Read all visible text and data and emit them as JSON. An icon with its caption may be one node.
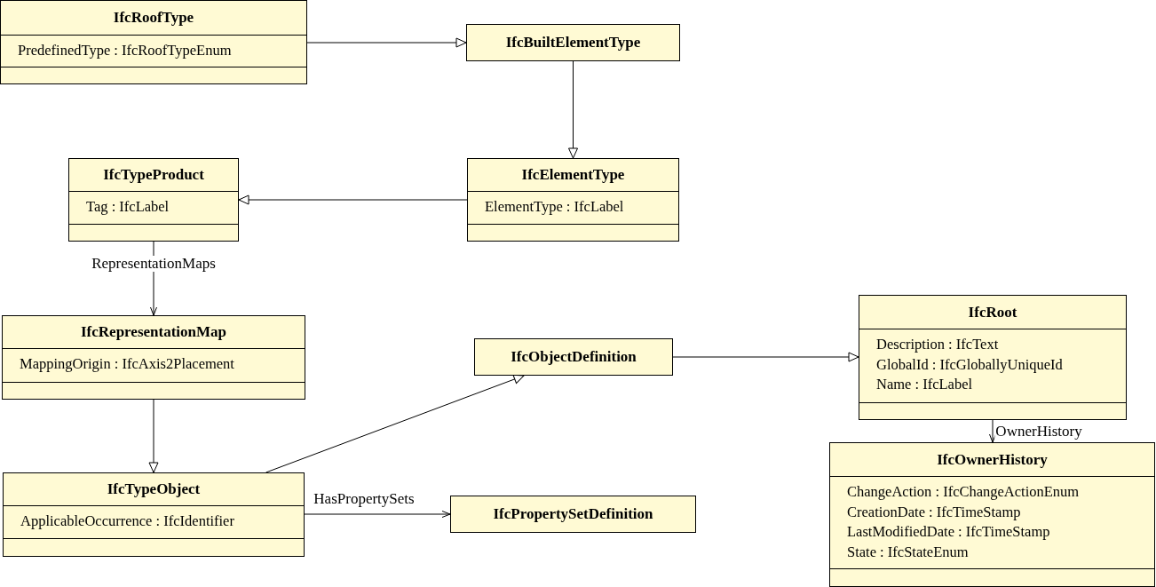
{
  "diagram": {
    "nodes": [
      {
        "text": [
          "IfcRoofType",
          "PredefinedType : IfcRoofTypeEnum"
        ]
      },
      {
        "text": [
          "IfcBuiltElementType"
        ]
      },
      {
        "text": [
          "IfcTypeProduct",
          "Tag : IfcLabel"
        ]
      },
      {
        "text": [
          "IfcElementType",
          "ElementType : IfcLabel"
        ]
      },
      {
        "text": [
          "IfcRepresentationMap",
          "MappingOrigin : IfcAxis2Placement"
        ]
      },
      {
        "text": [
          "IfcObjectDefinition"
        ]
      },
      {
        "text": [
          "IfcRoot",
          "Description : IfcText",
          "GlobalId : IfcGloballyUniqueId",
          "Name : IfcLabel"
        ]
      },
      {
        "text": [
          "IfcTypeObject",
          "ApplicableOccurrence : IfcIdentifier"
        ]
      },
      {
        "text": [
          "IfcPropertySetDefinition"
        ]
      },
      {
        "text": [
          "IfcOwnerHistory",
          "ChangeAction : IfcChangeActionEnum",
          "CreationDate : IfcTimeStamp",
          "LastModifiedDate : IfcTimeStamp",
          "State : IfcStateEnum"
        ]
      }
    ],
    "edges": [
      {
        "from": 0,
        "to": 1,
        "arrow": "to"
      },
      {
        "from": 1,
        "to": 3,
        "arrow": "to"
      },
      {
        "from": 3,
        "to": 2,
        "arrow": "to"
      },
      {
        "from": 2,
        "to": 4,
        "arrow": "to",
        "label": "RepresentationMaps"
      },
      {
        "from": 4,
        "to": 7,
        "arrow": "to"
      },
      {
        "from": 7,
        "to": 5,
        "arrow": "to"
      },
      {
        "from": 5,
        "to": 6,
        "arrow": "to"
      },
      {
        "from": 6,
        "to": 9,
        "arrow": "to",
        "label": "OwnerHistory"
      },
      {
        "from": 7,
        "to": 8,
        "arrow": "to",
        "label": "HasPropertySets"
      }
    ]
  }
}
